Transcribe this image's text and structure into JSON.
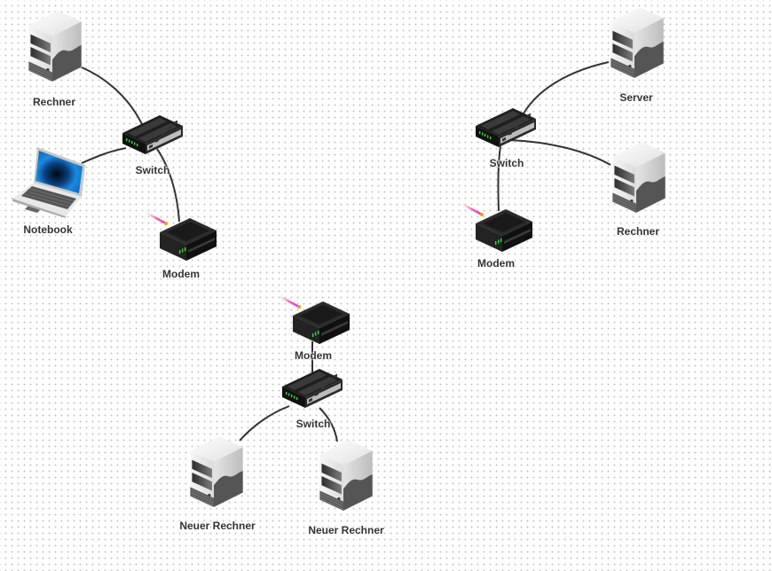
{
  "diagram": {
    "title": "Network diagram",
    "groups": [
      {
        "id": "network-1",
        "nodes": [
          {
            "id": "n1-rechner",
            "type": "server-tower",
            "label": "Rechner"
          },
          {
            "id": "n1-switch",
            "type": "switch",
            "label": "Switch"
          },
          {
            "id": "n1-notebook",
            "type": "laptop",
            "label": "Notebook"
          },
          {
            "id": "n1-modem",
            "type": "modem",
            "label": "Modem"
          }
        ],
        "edges": [
          {
            "from": "n1-rechner",
            "to": "n1-switch"
          },
          {
            "from": "n1-notebook",
            "to": "n1-switch"
          },
          {
            "from": "n1-switch",
            "to": "n1-modem"
          }
        ]
      },
      {
        "id": "network-2",
        "nodes": [
          {
            "id": "n2-server",
            "type": "server-tower",
            "label": "Server"
          },
          {
            "id": "n2-switch",
            "type": "switch",
            "label": "Switch"
          },
          {
            "id": "n2-rechner",
            "type": "server-tower",
            "label": "Rechner"
          },
          {
            "id": "n2-modem",
            "type": "modem",
            "label": "Modem"
          }
        ],
        "edges": [
          {
            "from": "n2-switch",
            "to": "n2-server"
          },
          {
            "from": "n2-switch",
            "to": "n2-rechner"
          },
          {
            "from": "n2-switch",
            "to": "n2-modem"
          }
        ]
      },
      {
        "id": "network-3",
        "nodes": [
          {
            "id": "n3-modem",
            "type": "modem",
            "label": "Modem"
          },
          {
            "id": "n3-switch",
            "type": "switch",
            "label": "Switch"
          },
          {
            "id": "n3-rechner-a",
            "type": "server-tower",
            "label": "Neuer Rechner"
          },
          {
            "id": "n3-rechner-b",
            "type": "server-tower",
            "label": "Neuer Rechner"
          }
        ],
        "edges": [
          {
            "from": "n3-modem",
            "to": "n3-switch"
          },
          {
            "from": "n3-switch",
            "to": "n3-rechner-a"
          },
          {
            "from": "n3-switch",
            "to": "n3-rechner-b"
          }
        ]
      }
    ]
  },
  "colors": {
    "edge": "#333333",
    "label": "#333333",
    "grid_dot": "#c4c4c4",
    "led": "#33dd33",
    "screen": "#1a7fd4"
  }
}
